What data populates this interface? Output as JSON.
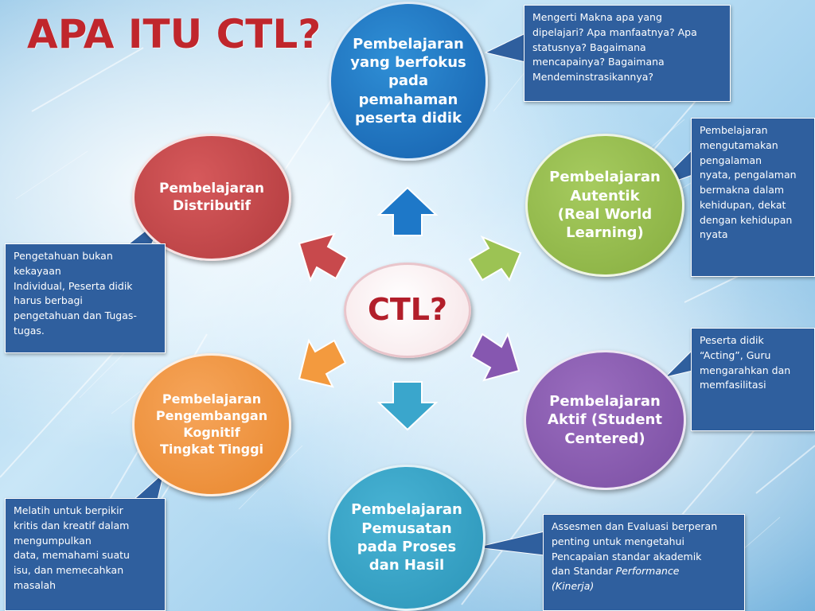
{
  "title": "APA ITU CTL?",
  "center": {
    "label": "CTL?"
  },
  "nodes": {
    "top": {
      "label": "Pembelajaran\nyang berfokus\npada\npemahaman\npeserta didik",
      "color": "#1e6fbf"
    },
    "upper_right": {
      "label": "Pembelajaran\nAutentik\n(Real World\nLearning)",
      "color": "#94bb4c"
    },
    "lower_right": {
      "label": "Pembelajaran\nAktif (Student\nCentered)",
      "color": "#8a5db1"
    },
    "bottom": {
      "label": "Pembelajaran\nPemusatan\npada Proses\ndan Hasil",
      "color": "#36a3c7"
    },
    "lower_left": {
      "label": "Pembelajaran\nPengembangan\nKognitif\nTingkat Tinggi",
      "color": "#f0953f"
    },
    "upper_left": {
      "label": "Pembelajaran\nDistributif",
      "color": "#c44a4d"
    }
  },
  "callouts": {
    "top": "Mengerti Makna apa yang\ndipelajari? Apa manfaatnya? Apa\nstatusnya? Bagaimana\nmencapainya? Bagaimana\nMendeminstrasikannya?",
    "upper_right": "Pembelajaran\nmengutamakan\npengalaman\nnyata, pengalaman\nbermakna dalam\nkehidupan, dekat\ndengan kehidupan\nnyata",
    "upper_left": "Pengetahuan bukan\nkekayaan\nIndividual, Peserta didik\nharus berbagi\npengetahuan dan Tugas-\ntugas.",
    "lower_right": "Peserta didik\n“Acting”, Guru\nmengarahkan dan\nmemfasilitasi",
    "lower_left": "Melatih untuk berpikir\nkritis dan kreatif dalam\nmengumpulkan\ndata, memahami suatu\nisu, dan memecahkan\nmasalah",
    "bottom_text": "Assesmen dan Evaluasi berperan\npenting untuk mengetahui\nPencapaian standar akademik\ndan Standar ",
    "bottom_italic": "Performance\n(Kinerja)"
  },
  "arrow_colors": {
    "up": "#1e78c8",
    "upper_right": "#9cc354",
    "lower_right": "#8657b0",
    "down": "#3aa6cc",
    "lower_left": "#f39a3e",
    "upper_left": "#c8494c"
  },
  "callout_color": "#2f5f9e",
  "title_color": "#c0262c"
}
